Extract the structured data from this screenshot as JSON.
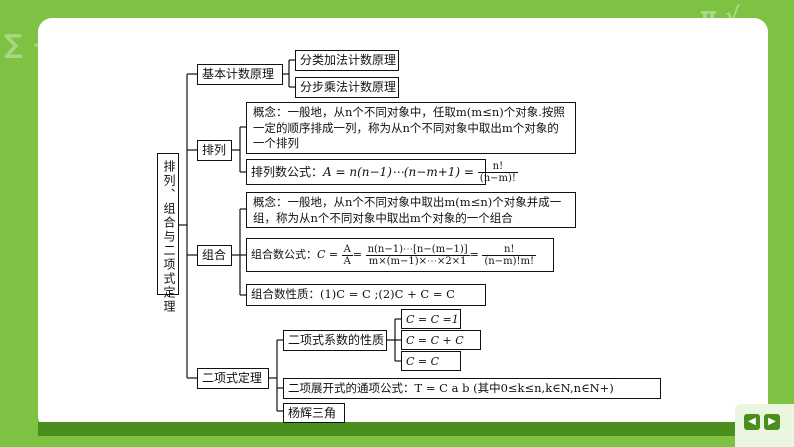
{
  "root": {
    "label": "排列、组合与二项式定理"
  },
  "branches": {
    "basic": {
      "label": "基本计数原理",
      "items": [
        "分类加法计数原理",
        "分步乘法计数原理"
      ]
    },
    "perm": {
      "label": "排列",
      "concept": "概念：一般地，从n个不同对象中，任取m(m≤n)个对象.按照一定的顺序排成一列，称为从n个不同对象中取出m个对象的一个排列",
      "formula_prefix": "排列数公式：",
      "formula_body": "A = n(n−1)⋯(n−m+1) =",
      "formula_num": "n!",
      "formula_den": "(n−m)!"
    },
    "comb": {
      "label": "组合",
      "concept": "概念：一般地，从n个不同对象中取出m(m≤n)个对象并成一组，称为从n个不同对象中取出m个对象的一个组合",
      "formula_prefix": "组合数公式：",
      "formula_c": "C =",
      "formula_f1_num": "A",
      "formula_f1_den": "A",
      "formula_f2_num": "n(n−1)⋯[n−(m−1)]",
      "formula_f2_den": "m×(m−1)×⋯×2×1",
      "formula_f3_num": "n!",
      "formula_f3_den": "(n−m)!m!",
      "property": "组合数性质：(1)C = C ;(2)C + C = C"
    },
    "binom": {
      "label": "二项式定理",
      "coef_label": "二项式系数的性质",
      "coef_props": [
        "C = C =1",
        "C = C + C",
        "C = C"
      ],
      "general_term": "二项展开式的通项公式：T = C a b (其中0≤k≤n,k∈N,n∈N+)",
      "pascal": "杨辉三角"
    }
  },
  "colors": {
    "background": "#7dc242",
    "panel": "#ffffff",
    "bar": "#4a8f1e"
  }
}
